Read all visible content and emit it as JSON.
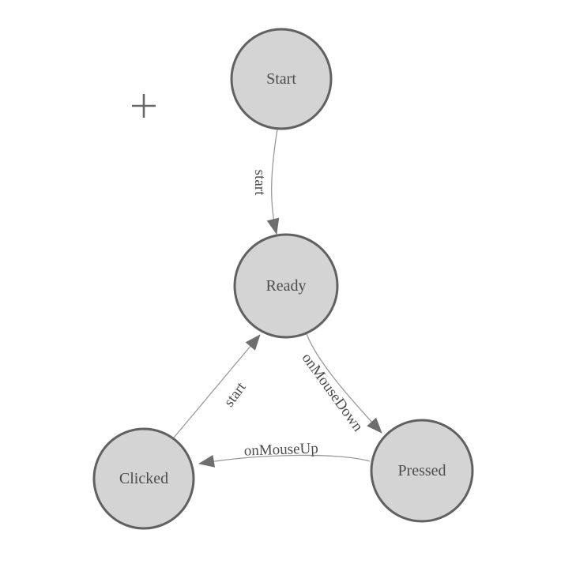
{
  "diagram": {
    "type": "state-machine",
    "nodes": [
      {
        "id": "start",
        "label": "Start"
      },
      {
        "id": "ready",
        "label": "Ready"
      },
      {
        "id": "clicked",
        "label": "Clicked"
      },
      {
        "id": "pressed",
        "label": "Pressed"
      }
    ],
    "edges": [
      {
        "from": "start",
        "to": "ready",
        "label": "start"
      },
      {
        "from": "ready",
        "to": "pressed",
        "label": "onMouseDown"
      },
      {
        "from": "pressed",
        "to": "clicked",
        "label": "onMouseUp"
      },
      {
        "from": "clicked",
        "to": "ready",
        "label": "start"
      }
    ],
    "colors": {
      "background": "#ffffff",
      "node_fill": "#d4d4d4",
      "node_border": "#616161",
      "edge_line": "#9a9a9a",
      "arrowhead": "#6e6e6e",
      "text": "#4d4d4d",
      "crosshair": "#686868"
    }
  }
}
